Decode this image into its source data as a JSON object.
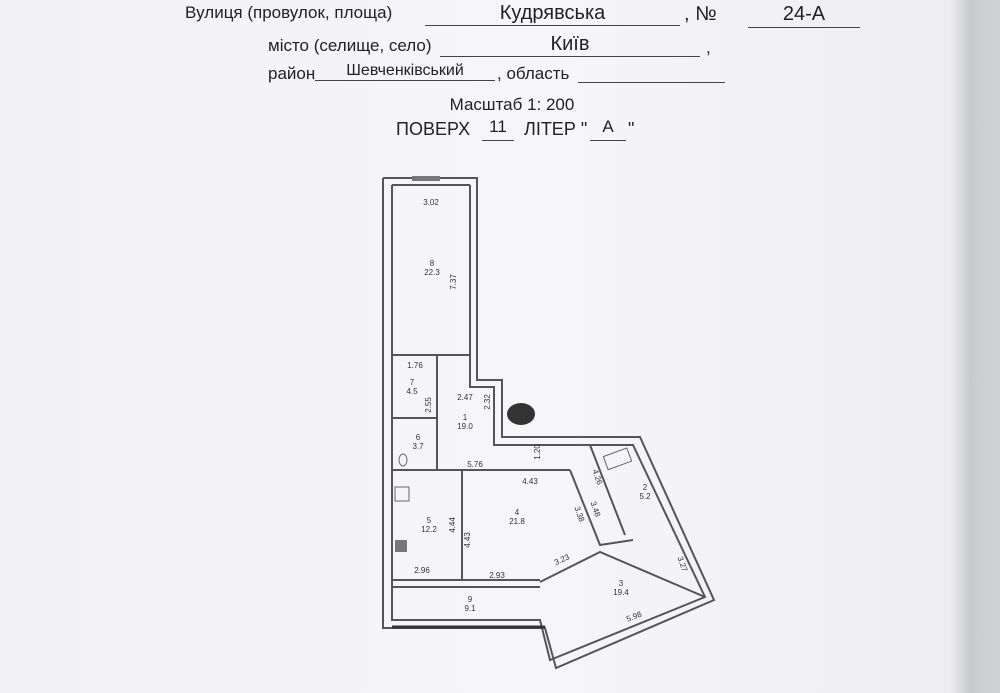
{
  "header": {
    "street_label": "Вулиця (провулок, площа)",
    "street_value": "Кудрявська",
    "number_label": ", №",
    "number_value": "24-А",
    "city_label": "місто (селище, село)",
    "city_value": "Київ",
    "city_comma": ",",
    "district_label": "район",
    "district_value": "Шевченківський",
    "region_label": ", область",
    "region_value": ""
  },
  "scale": "Масштаб 1: 200",
  "floor": {
    "label": "ПОВЕРХ",
    "value": "11",
    "letter_label": "ЛІТЕР \"",
    "letter_value": "А",
    "letter_close": "\""
  },
  "rooms": [
    {
      "num": "1",
      "area": "19.0"
    },
    {
      "num": "2",
      "area": "5.2"
    },
    {
      "num": "3",
      "area": "19.4"
    },
    {
      "num": "4",
      "area": "21.8"
    },
    {
      "num": "5",
      "area": "12.2"
    },
    {
      "num": "6",
      "area": "3.7"
    },
    {
      "num": "7",
      "area": "4.5"
    },
    {
      "num": "8",
      "area": "22.3"
    },
    {
      "num": "9",
      "area": "9.1"
    }
  ],
  "dimensions": [
    "3.02",
    "7.37",
    "1.76",
    "2.55",
    "2.47",
    "2.32",
    "1.20",
    "5.76",
    "4.43",
    "4.44",
    "4.43",
    "3.38",
    "3.48",
    "4.26",
    "3.23",
    "2.96",
    "2.93",
    "3.27",
    "5.98"
  ]
}
